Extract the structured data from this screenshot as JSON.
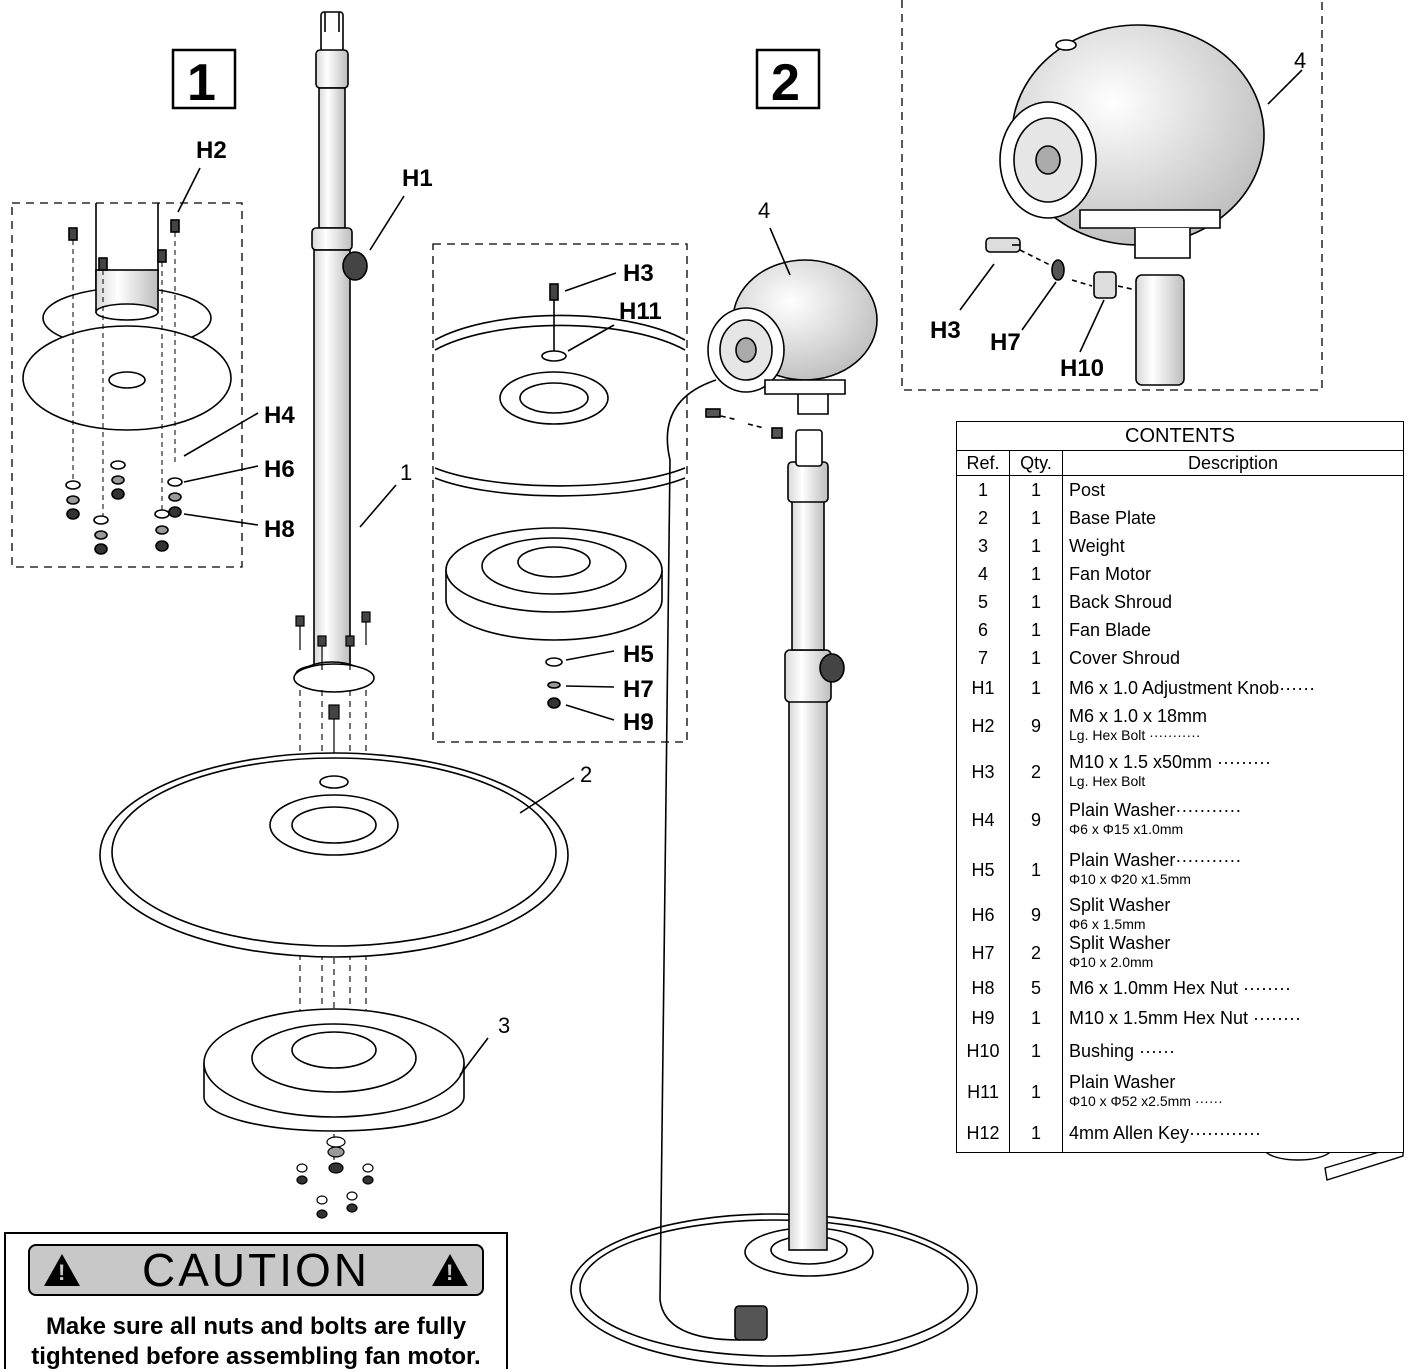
{
  "steps": [
    "1",
    "2"
  ],
  "callouts": {
    "H1": "H1",
    "H2": "H2",
    "H3": "H3",
    "H4": "H4",
    "H5": "H5",
    "H6": "H6",
    "H7": "H7",
    "H8": "H8",
    "H9": "H9",
    "H10": "H10",
    "H11": "H11"
  },
  "part_numbers": [
    "1",
    "2",
    "3",
    "4"
  ],
  "contents": {
    "title": "CONTENTS",
    "headers": {
      "ref": "Ref.",
      "qty": "Qty.",
      "desc": "Description"
    },
    "rows": [
      {
        "ref": "1",
        "qty": "1",
        "desc": "Post",
        "sub": ""
      },
      {
        "ref": "2",
        "qty": "1",
        "desc": "Base Plate",
        "sub": ""
      },
      {
        "ref": "3",
        "qty": "1",
        "desc": "Weight",
        "sub": ""
      },
      {
        "ref": "4",
        "qty": "1",
        "desc": "Fan Motor",
        "sub": ""
      },
      {
        "ref": "5",
        "qty": "1",
        "desc": "Back Shroud",
        "sub": ""
      },
      {
        "ref": "6",
        "qty": "1",
        "desc": "Fan Blade",
        "sub": ""
      },
      {
        "ref": "7",
        "qty": "1",
        "desc": "Cover Shroud",
        "sub": ""
      },
      {
        "ref": "H1",
        "qty": "1",
        "desc": "M6 x 1.0 Adjustment Knob······",
        "sub": ""
      },
      {
        "ref": "H2",
        "qty": "9",
        "desc": "M6 x 1.0 x 18mm",
        "sub": "Lg. Hex Bolt ···········"
      },
      {
        "ref": "H3",
        "qty": "2",
        "desc": "M10 x 1.5 x50mm ·········",
        "sub": "Lg. Hex Bolt"
      },
      {
        "ref": "H4",
        "qty": "9",
        "desc": "Plain Washer···········",
        "sub": "Φ6 x Φ15 x1.0mm"
      },
      {
        "ref": "H5",
        "qty": "1",
        "desc": "Plain Washer···········",
        "sub": "Φ10 x Φ20 x1.5mm"
      },
      {
        "ref": "H6",
        "qty": "9",
        "desc": "Split Washer",
        "sub": "Φ6 x 1.5mm"
      },
      {
        "ref": "H7",
        "qty": "2",
        "desc": "Split Washer",
        "sub": "Φ10 x 2.0mm"
      },
      {
        "ref": "H8",
        "qty": "5",
        "desc": "M6 x 1.0mm Hex Nut ········",
        "sub": ""
      },
      {
        "ref": "H9",
        "qty": "1",
        "desc": "M10 x 1.5mm Hex Nut ········",
        "sub": ""
      },
      {
        "ref": "H10",
        "qty": "1",
        "desc": "Bushing ······",
        "sub": ""
      },
      {
        "ref": "H11",
        "qty": "1",
        "desc": "Plain Washer",
        "sub": "Φ10 x Φ52 x2.5mm ······"
      },
      {
        "ref": "H12",
        "qty": "1",
        "desc": "4mm Allen Key············",
        "sub": ""
      }
    ]
  },
  "caution": {
    "word": "CAUTION",
    "line1": "Make sure all nuts and bolts are fully",
    "line2": "tightened before assembling fan motor."
  },
  "colors": {
    "ink": "#000000",
    "paper": "#ffffff",
    "caution_banner": "#c8c8c8",
    "shade": "#e6e6e6"
  }
}
